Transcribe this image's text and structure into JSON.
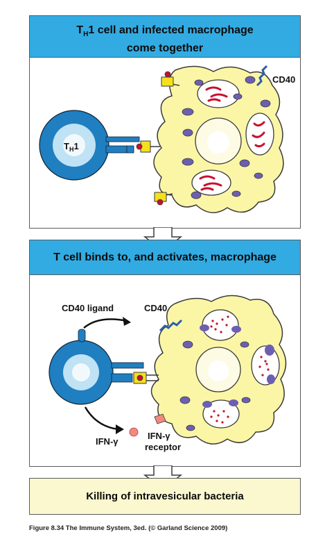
{
  "panel1": {
    "title_prefix": "T",
    "title_sub": "H",
    "title_rest": "1 cell and infected macrophage",
    "title_line2": "come together",
    "th1_prefix": "T",
    "th1_sub": "H",
    "th1_suffix": "1",
    "cd40_label": "CD40"
  },
  "panel2": {
    "title": "T cell binds to, and activates, macrophage",
    "cd40_ligand_label": "CD40 ligand",
    "cd40_label": "CD40",
    "ifn_label": "IFN-γ",
    "ifn_receptor_line1": "IFN-γ",
    "ifn_receptor_line2": "receptor"
  },
  "panel3": {
    "title": "Killing of intravesicular bacteria"
  },
  "caption": "Figure 8.34  The Immune System, 3ed. (© Garland Science 2009)",
  "colors": {
    "banner_blue": "#32abe3",
    "final_banner": "#fbf8cf",
    "macrophage": "#fbf6a6",
    "tcell_blue": "#1f7fc0",
    "vesicle_purple": "#6c5fb2",
    "bacteria_red": "#c8102e",
    "receptor_yellow": "#f4e11c"
  }
}
